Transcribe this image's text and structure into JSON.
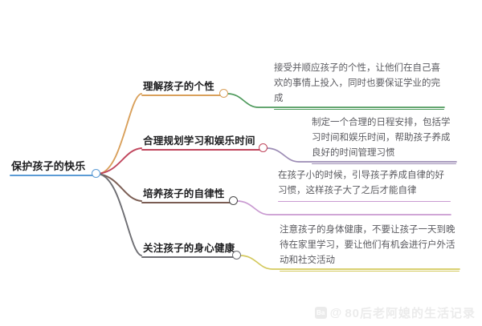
{
  "mindmap": {
    "root": {
      "label": "保护孩子的快乐",
      "underline_color": "#5b9bd5",
      "dot_color": "#5b9bd5"
    },
    "branches": [
      {
        "label": "理解孩子的个性",
        "branch_color": "#d9a05b",
        "dot_color": "#d9a05b",
        "detail": "接受并顺应孩子的个性，让他们在自己喜欢的事情上投入，同时也要保证学业的完成",
        "detail_color": "#4e9a5c"
      },
      {
        "label": "合理规划学习和娱乐时间",
        "branch_color": "#c0455c",
        "dot_color": "#c0455c",
        "detail": "制定一个合理的日程安排，包括学习时间和娱乐时间，帮助孩子养成良好的时间管理习惯",
        "detail_color": "#9b8bb4"
      },
      {
        "label": "培养孩子的自律性",
        "branch_color": "#7a5c52",
        "dot_color": "#4a4a4a",
        "detail": "在孩子小的时候，引导孩子养成自律的好习惯，这样孩子大了之后才能自律",
        "detail_color": "#c99ad1"
      },
      {
        "label": "关注孩子的身心健康",
        "branch_color": "#6e6e73",
        "dot_color": "#6e6e73",
        "detail": "注意孩子的身体健康，不要让孩子一天到晚待在家里学习，要让他们有机会进行户外活动和社交活动",
        "detail_color": "#d4c95e"
      }
    ]
  },
  "watermark": {
    "logo": "Ba",
    "at": "@",
    "text": "80后老阿媳的生活记录"
  }
}
